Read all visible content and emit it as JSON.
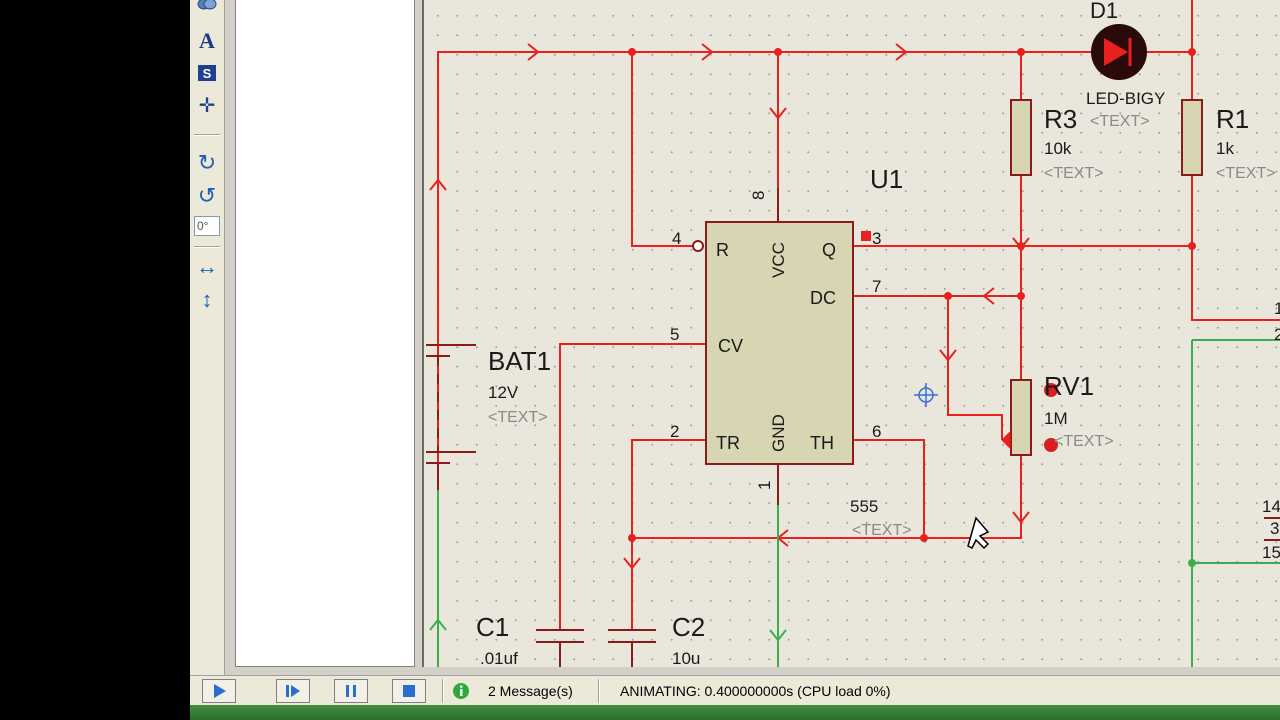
{
  "toolbar": {
    "buttons": [
      {
        "name": "text-tool-icon",
        "glyph": "A"
      },
      {
        "name": "script-tool-icon",
        "glyph": "S"
      },
      {
        "name": "marker-tool-icon",
        "glyph": "✛"
      },
      {
        "name": "rotate-clockwise-icon",
        "glyph": "↻"
      },
      {
        "name": "rotate-anticlockwise-icon",
        "glyph": "↺"
      },
      {
        "name": "mirror-horizontal-icon",
        "glyph": "↔"
      },
      {
        "name": "mirror-vertical-icon",
        "glyph": "↕"
      }
    ],
    "angle_value": "0°"
  },
  "schematic": {
    "colors": {
      "wire_active": "#e8211f",
      "wire_idle": "#3cae50",
      "component_body": "#d8d5b3",
      "component_outline": "#8b1a1a",
      "text": "#1a1a1a",
      "placeholder_text": "#8a8a8a"
    },
    "placeholder": "<TEXT>",
    "u1": {
      "ref": "U1",
      "value": "555",
      "pins": {
        "r": "R",
        "vcc": "VCC",
        "q": "Q",
        "dc": "DC",
        "cv": "CV",
        "tr": "TR",
        "gnd": "GND",
        "th": "TH"
      },
      "pin_numbers": {
        "p4": "4",
        "p8": "8",
        "p3": "3",
        "p7": "7",
        "p5": "5",
        "p2": "2",
        "p6": "6",
        "p1": "1"
      }
    },
    "bat1": {
      "ref": "BAT1",
      "value": "12V"
    },
    "d1": {
      "ref": "D1",
      "value": "LED-BIGY"
    },
    "r3": {
      "ref": "R3",
      "value": "10k"
    },
    "r1": {
      "ref": "R1",
      "value": "1k"
    },
    "rv1": {
      "ref": "RV1",
      "value": "1M"
    },
    "c1": {
      "ref": "C1",
      "value": ".01uf"
    },
    "c2": {
      "ref": "C2",
      "value": "10u"
    },
    "edge_labels": {
      "a": "1",
      "b": "2",
      "c": "14",
      "d": "3",
      "e": "15"
    }
  },
  "status_bar": {
    "play_icon": "play-icon",
    "step_icon": "step-icon",
    "pause_icon": "pause-icon",
    "stop_icon": "stop-icon",
    "messages": "2 Message(s)",
    "status": "ANIMATING: 0.400000000s (CPU load 0%)"
  }
}
